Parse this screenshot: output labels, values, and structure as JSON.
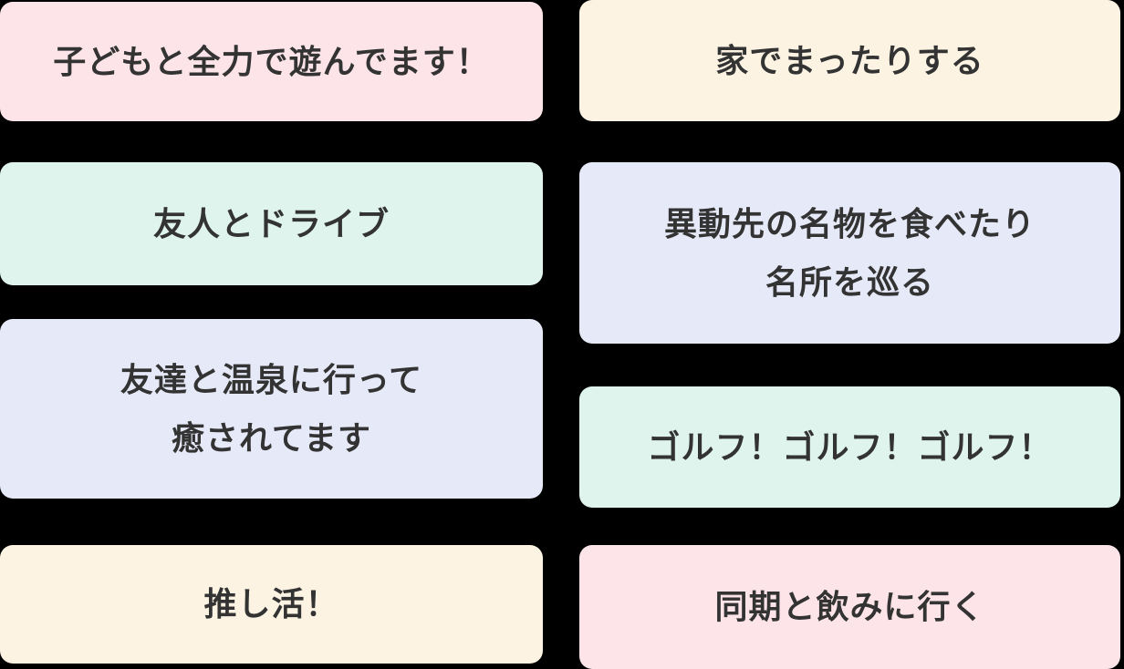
{
  "colors": {
    "background": "#000000",
    "text": "#333333",
    "pink": "#fce4e8",
    "mint": "#dff4ec",
    "lavender": "#e6eaf8",
    "cream": "#fcf3e3"
  },
  "cards": {
    "left": [
      {
        "color": "pink",
        "lines": [
          "子どもと全力で遊んでます！"
        ]
      },
      {
        "color": "mint",
        "lines": [
          "友人とドライブ"
        ]
      },
      {
        "color": "lavender",
        "lines": [
          "友達と温泉に行って",
          "癒されてます"
        ]
      },
      {
        "color": "cream",
        "lines": [
          "推し活！"
        ]
      }
    ],
    "right": [
      {
        "color": "cream",
        "lines": [
          "家でまったりする"
        ]
      },
      {
        "color": "lavender",
        "lines": [
          "異動先の名物を食べたり",
          "名所を巡る"
        ]
      },
      {
        "color": "mint",
        "lines": [
          "ゴルフ！ゴルフ！ゴルフ！"
        ]
      },
      {
        "color": "pink",
        "lines": [
          "同期と飲みに行く"
        ]
      }
    ]
  }
}
